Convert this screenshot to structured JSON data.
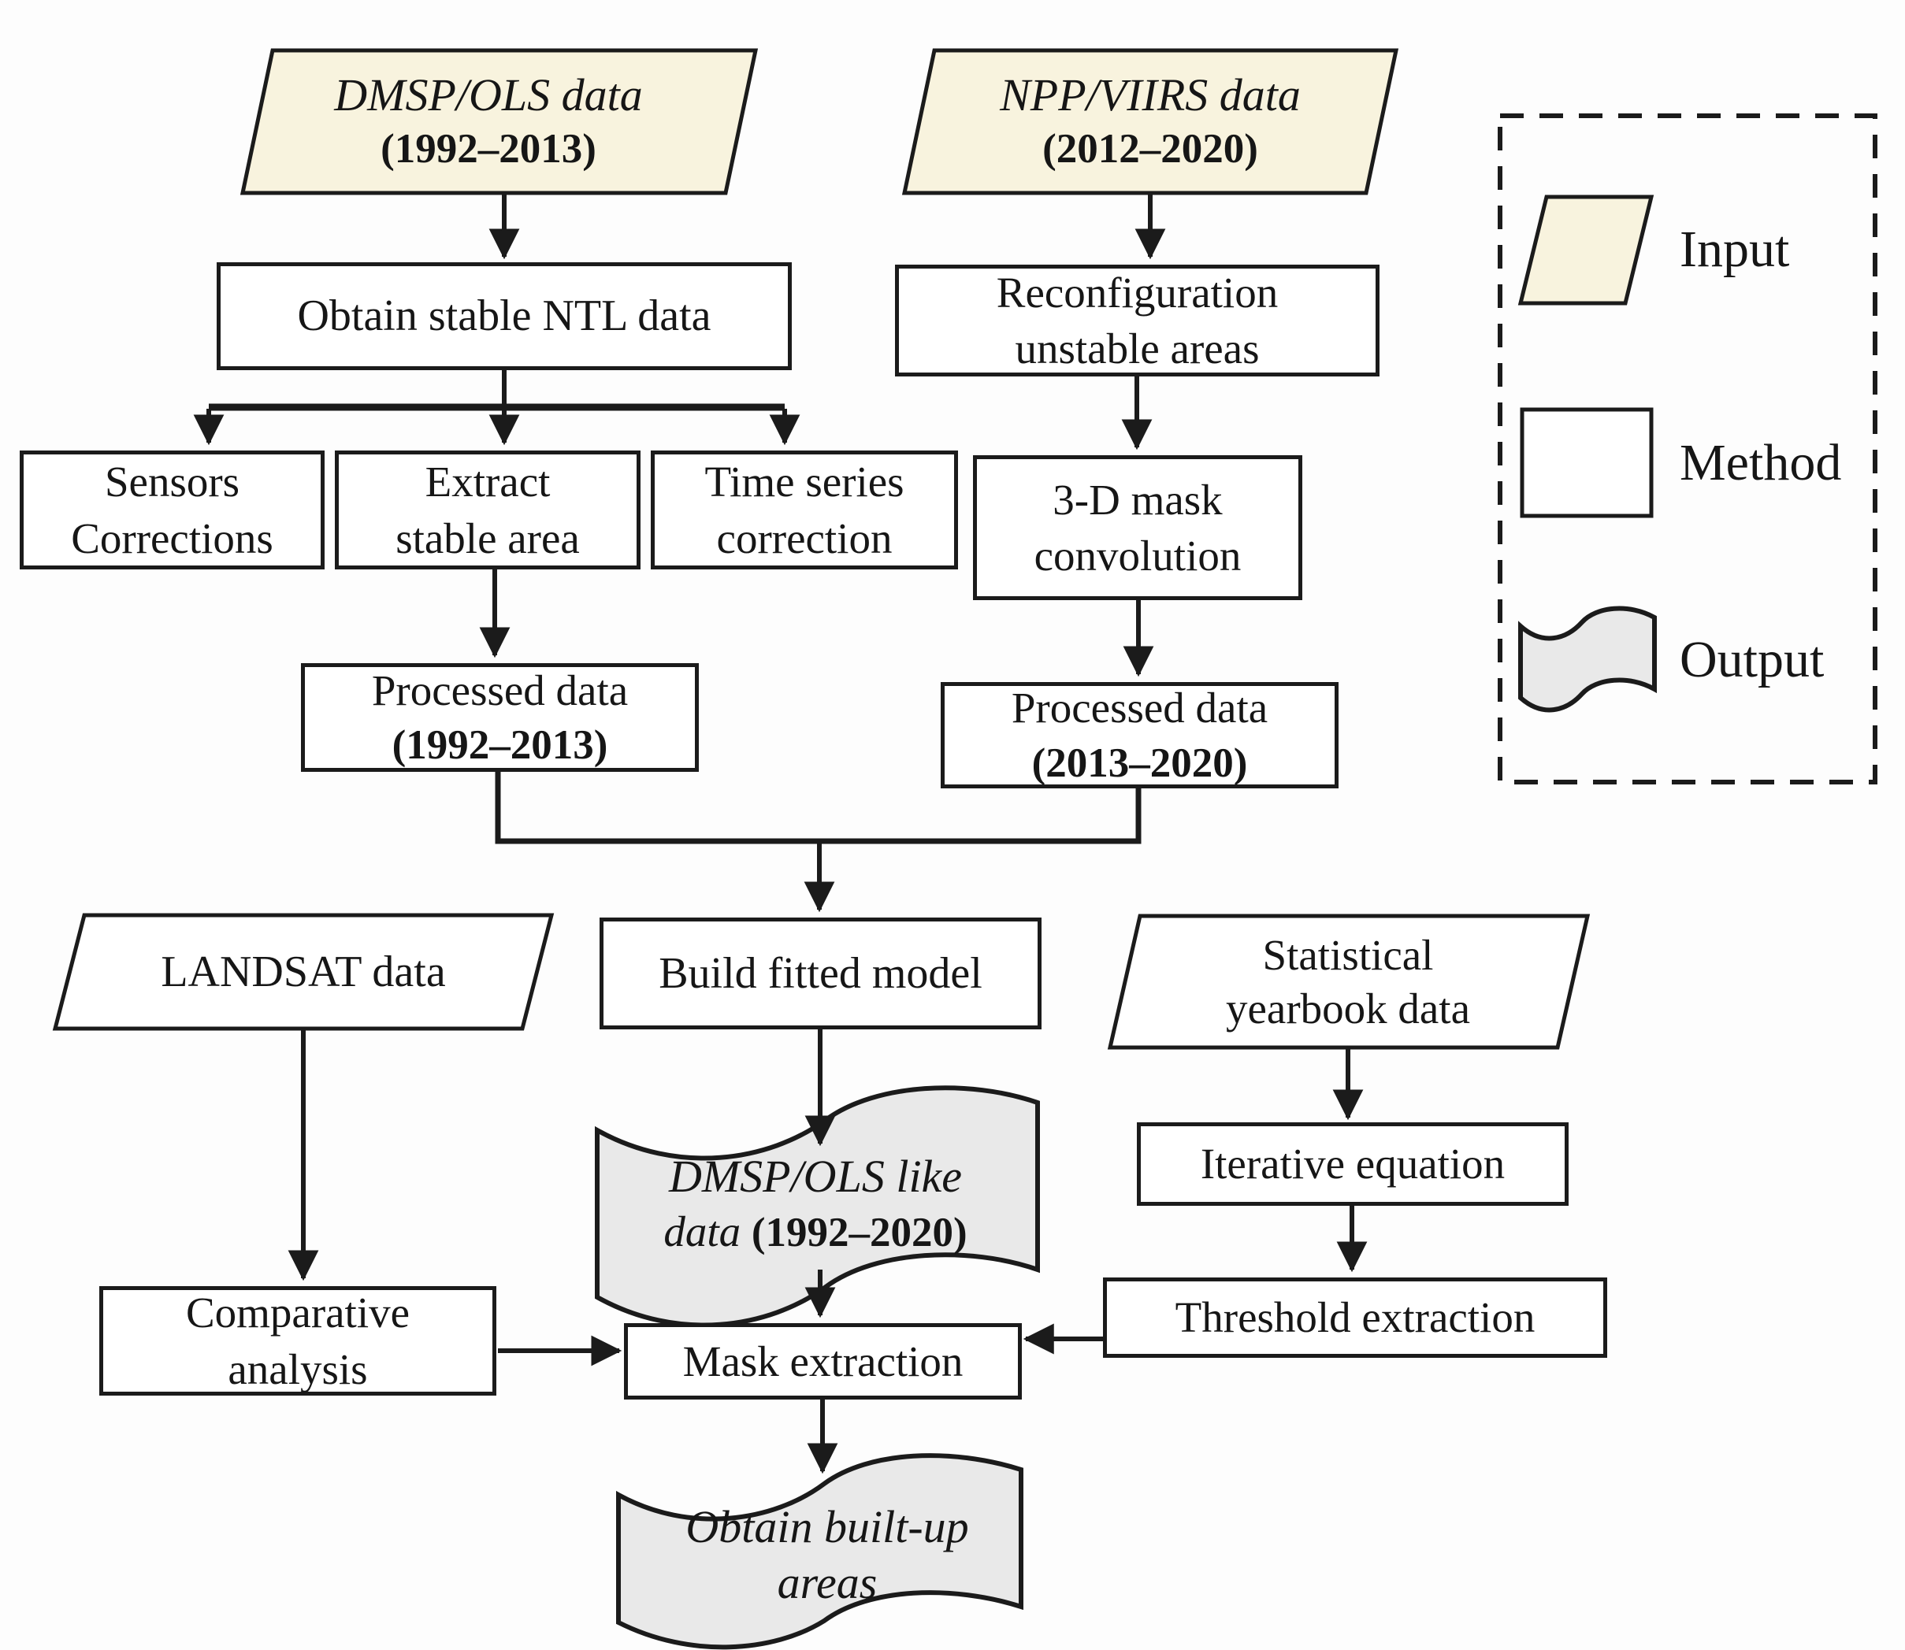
{
  "nodes": {
    "dmsp": {
      "line1": "DMSP/OLS data",
      "line2": "(1992–2013)"
    },
    "npp": {
      "line1": "NPP/VIIRS data",
      "line2": "(2012–2020)"
    },
    "obtain_ntl": {
      "label": "Obtain stable NTL data"
    },
    "reconfig": {
      "line1": "Reconfiguration",
      "line2": "unstable areas"
    },
    "sensors": {
      "line1": "Sensors",
      "line2": "Corrections"
    },
    "extract": {
      "line1": "Extract",
      "line2": "stable area"
    },
    "timeseries": {
      "line1": "Time series",
      "line2": "correction"
    },
    "mask3d": {
      "line1": "3-D mask",
      "line2": "convolution"
    },
    "processed_left": {
      "line1": "Processed data",
      "line2": "(1992–2013)"
    },
    "processed_right": {
      "line1": "Processed data",
      "line2": "(2013–2020)"
    },
    "build": {
      "label": "Build fitted model"
    },
    "landsat": {
      "label": "LANDSAT data"
    },
    "statistical": {
      "line1": "Statistical",
      "line2": "yearbook data"
    },
    "dmsp_like": {
      "line1": "DMSP/OLS like",
      "line2_italic": "data ",
      "line2_bold": "(1992–2020)"
    },
    "iterative": {
      "label": "Iterative equation"
    },
    "comparative": {
      "line1": "Comparative",
      "line2": "analysis"
    },
    "mask_extraction": {
      "label": "Mask extraction"
    },
    "threshold": {
      "label": "Threshold extraction"
    },
    "obtain_builtup": {
      "line1": "Obtain built-up",
      "line2": "areas"
    }
  },
  "legend": {
    "input_label": "Input",
    "method_label": "Method",
    "output_label": "Output"
  },
  "colors": {
    "input_fill": "#f8f3de",
    "method_fill": "#ffffff",
    "output_fill": "#e9e9e9",
    "line": "#1b1b1b"
  }
}
